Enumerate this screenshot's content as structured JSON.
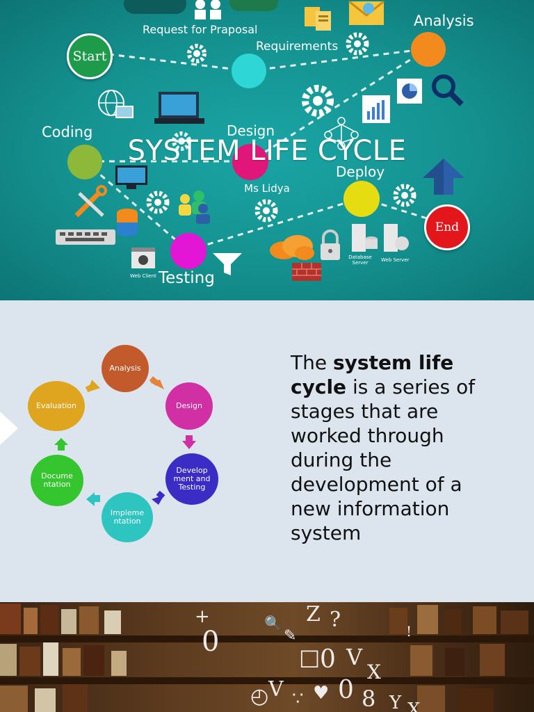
{
  "slide1": {
    "title": "SYSTEM LIFE CYCLE",
    "presenter": "Ms Lidya",
    "start_label": "Start",
    "end_label": "End",
    "phases": {
      "request": "Request for Praposal",
      "requirements": "Requirements",
      "analysis": "Analysis",
      "coding": "Coding",
      "design": "Design",
      "deploy": "Deploy",
      "testing": "Testing"
    },
    "small_labels": {
      "web_client": "Web Client",
      "database_server": "Database Server",
      "web_server": "Web Server"
    },
    "colors": {
      "background": "#14918f",
      "start": "#1d9b4a",
      "end": "#e3171b",
      "requirements_node": "#2fd6d6",
      "analysis_node": "#f28a1e",
      "coding_node": "#8db83a",
      "design_node": "#e0167a",
      "deploy_node": "#e5dd12",
      "testing_node": "#e316d6"
    }
  },
  "slide2": {
    "stages": {
      "analysis": "Analysis",
      "design": "Design",
      "development": "Develop ment and Testing",
      "implementation": "Impleme ntation",
      "documentation": "Docume ntation",
      "evaluation": "Evaluation"
    },
    "description_bold": "system life cycle",
    "description_prefix": "The",
    "description_rest": "is a series of stages that are worked through during the development of a new information system",
    "colors": {
      "background": "#dce5ee",
      "analysis": "#c35a2c",
      "design": "#d12fa4",
      "development": "#3a2cc4",
      "implementation": "#2ec4c0",
      "documentation": "#35c52f",
      "evaluation": "#e0a51f"
    }
  }
}
